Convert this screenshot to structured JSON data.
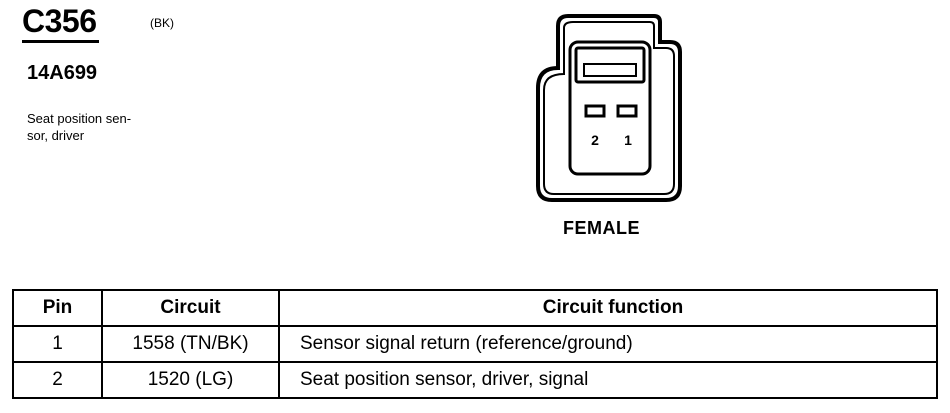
{
  "connector": {
    "id": "C356",
    "color": "(BK)",
    "part_number": "14A699",
    "description": "Seat position sen-\nsor, driver"
  },
  "diagram": {
    "pin_labels": [
      "2",
      "1"
    ],
    "gender": "FEMALE"
  },
  "table": {
    "headers": [
      "Pin",
      "Circuit",
      "Circuit function"
    ],
    "rows": [
      {
        "pin": "1",
        "circuit": "1558 (TN/BK)",
        "function": "Sensor signal return (reference/ground)"
      },
      {
        "pin": "2",
        "circuit": "1520 (LG)",
        "function": "Seat position sensor, driver, signal"
      }
    ]
  }
}
